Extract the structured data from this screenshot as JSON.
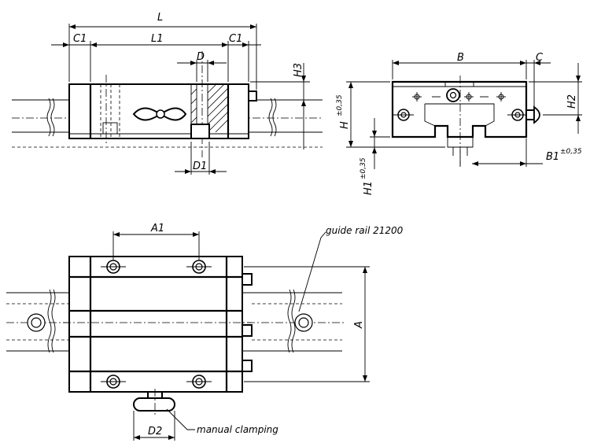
{
  "dimensions": {
    "L": "L",
    "C1_left": "C1",
    "L1": "L1",
    "C1_right": "C1",
    "D": "D",
    "D1": "D1",
    "H3": "H3",
    "B": "B",
    "C": "C",
    "H": "H",
    "H_tol": "±0,35",
    "H2": "H2",
    "H1": "H1",
    "H1_tol": "±0,35",
    "B1": "B1",
    "B1_tol": "±0,35",
    "A1": "A1",
    "A": "A",
    "D2": "D2"
  },
  "labels": {
    "guide_rail": "guide rail 21200",
    "manual_clamping": "manual clamping"
  }
}
